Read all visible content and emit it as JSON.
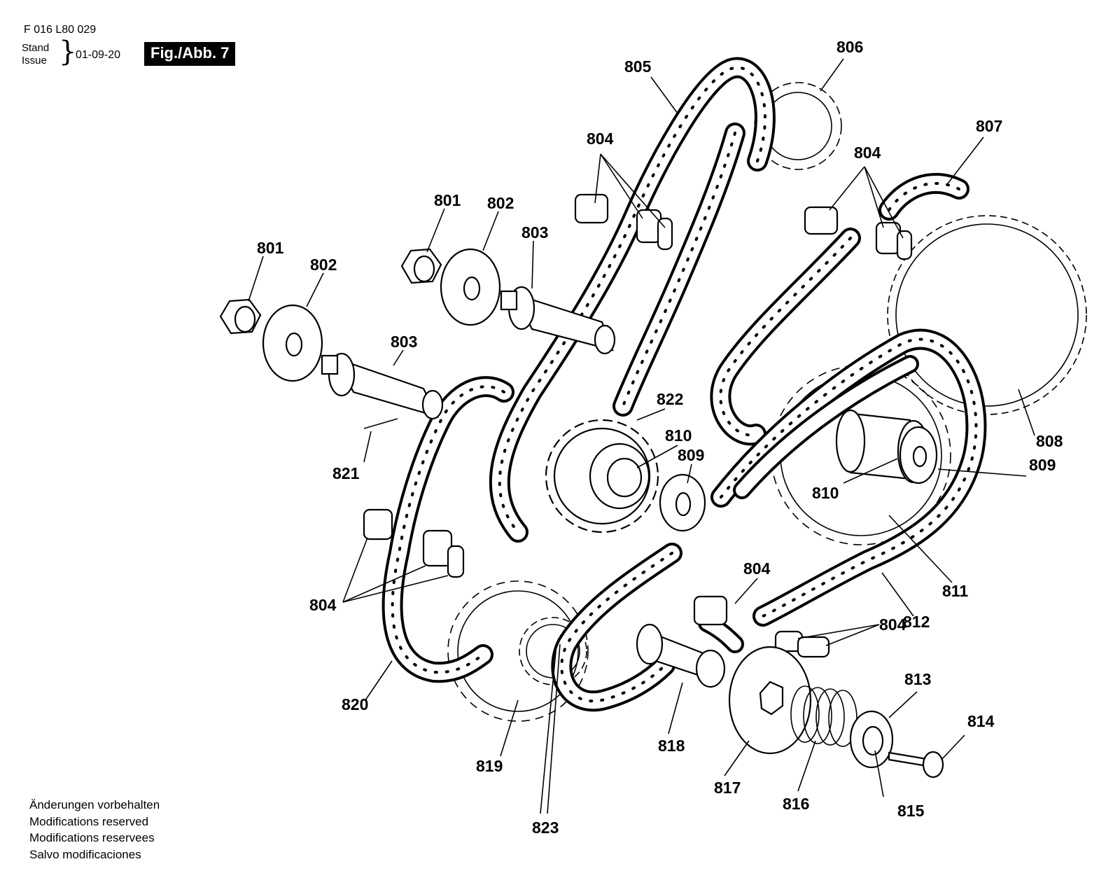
{
  "header": {
    "doc_number": "F 016 L80 029",
    "stand": "Stand",
    "issue": "Issue",
    "date": "01-09-20",
    "figure": "Fig./Abb. 7"
  },
  "notes": [
    "Änderungen vorbehalten",
    "Modifications reserved",
    "Modifications reservees",
    "Salvo modificaciones"
  ],
  "callouts": {
    "c801a": "801",
    "c801b": "801",
    "c802a": "802",
    "c802b": "802",
    "c803a": "803",
    "c803b": "803",
    "c804a": "804",
    "c804b": "804",
    "c804c": "804",
    "c804d": "804",
    "c804e": "804",
    "c805": "805",
    "c806": "806",
    "c807": "807",
    "c808": "808",
    "c809a": "809",
    "c809b": "809",
    "c810a": "810",
    "c810b": "810",
    "c811": "811",
    "c812": "812",
    "c813": "813",
    "c814": "814",
    "c815": "815",
    "c816": "816",
    "c817": "817",
    "c818": "818",
    "c819": "819",
    "c820": "820",
    "c821": "821",
    "c822": "822",
    "c823": "823"
  }
}
